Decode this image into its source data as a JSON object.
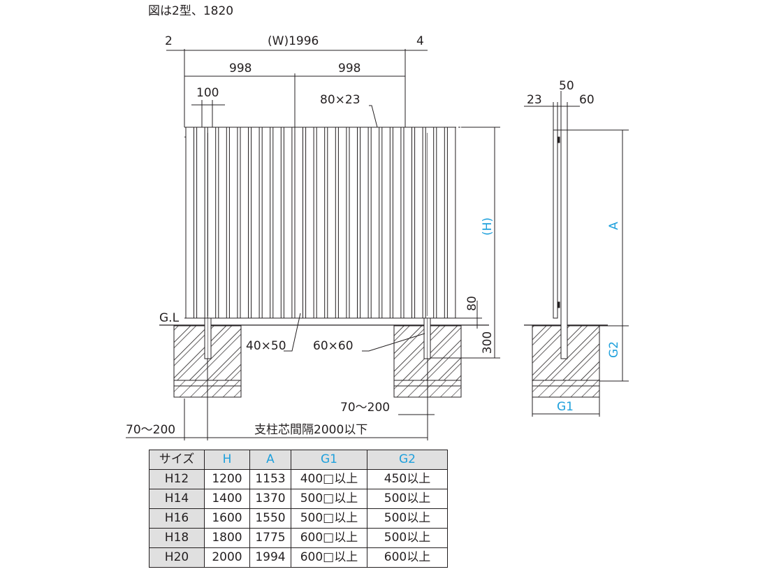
{
  "caption": "図は2型、1820",
  "front_view": {
    "dim_left_offset": "2",
    "dim_total_width": "(W)1996",
    "dim_right_offset": "4",
    "dim_half_left": "998",
    "dim_half_right": "998",
    "dim_slat_pitch": "100",
    "dim_slat_section": "80×23",
    "dim_height": "(H)",
    "dim_bottom_clearance": "80",
    "ground_label": "G.L",
    "dim_support_section": "40×50",
    "dim_post_section": "60×60",
    "dim_embed_depth": "300",
    "dim_right_edge_range": "70〜200",
    "dim_left_edge_range": "70〜200",
    "dim_post_spacing": "支柱芯間隔2000以下"
  },
  "side_view": {
    "dim_left": "23",
    "dim_top": "50",
    "dim_right": "60",
    "dim_a": "A",
    "dim_g2": "G2",
    "dim_g1": "G1"
  },
  "table": {
    "headers": [
      "サイズ",
      "H",
      "A",
      "G1",
      "G2"
    ],
    "rows": [
      [
        "H12",
        "1200",
        "1153",
        "400□以上",
        "450以上"
      ],
      [
        "H14",
        "1400",
        "1370",
        "500□以上",
        "500以上"
      ],
      [
        "H16",
        "1600",
        "1550",
        "500□以上",
        "500以上"
      ],
      [
        "H18",
        "1800",
        "1775",
        "600□以上",
        "500以上"
      ],
      [
        "H20",
        "2000",
        "1994",
        "600□以上",
        "600以上"
      ]
    ]
  },
  "colors": {
    "line": "#231f20",
    "accent_blue": "#1ea0dc",
    "table_header_fill": "#e0e0e0"
  }
}
